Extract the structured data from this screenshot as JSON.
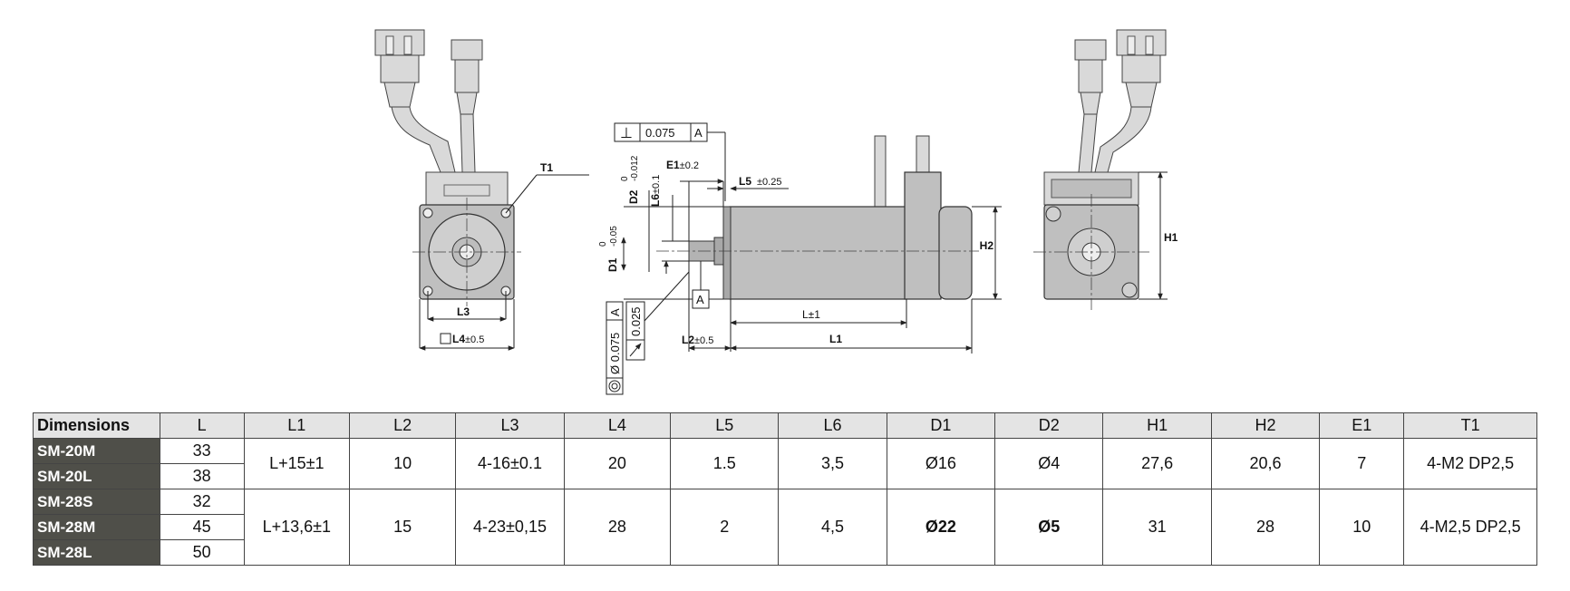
{
  "drawing": {
    "front": {
      "t1": "T1",
      "l3": "L3",
      "l4": "L4",
      "l4_tol": "±0.5"
    },
    "side": {
      "perp_sym": "⊥",
      "perp_value": "0.075",
      "perp_datum": "A",
      "e1": "E1",
      "e1_tol": "±0.2",
      "l5": "L5",
      "l5_tol": "±0.25",
      "l6": "L6",
      "l6_tol": "±0.1",
      "d2": "D2",
      "d2_upper": "0",
      "d2_lower": "-0.012",
      "d1": "D1",
      "d1_upper": "0",
      "d1_lower": "-0.05",
      "datum_a": "A",
      "conc_value": "Ø 0.075",
      "conc_datum": "A",
      "runout_value": "0.025",
      "l_pm": "L±1",
      "l2": "L2",
      "l2_tol": "±0.5",
      "l1": "L1",
      "h2": "H2"
    },
    "rear": {
      "h1": "H1"
    }
  },
  "table": {
    "headers": [
      "Dimensions",
      "L",
      "L1",
      "L2",
      "L3",
      "L4",
      "L5",
      "L6",
      "D1",
      "D2",
      "H1",
      "H2",
      "E1",
      "T1"
    ],
    "groups": [
      {
        "models": [
          {
            "name": "SM-20M",
            "L": "33"
          },
          {
            "name": "SM-20L",
            "L": "38"
          }
        ],
        "L1": "L+15±1",
        "L2": "10",
        "L3": "4-16±0.1",
        "L4": "20",
        "L5": "1.5",
        "L6": "3,5",
        "D1": "Ø16",
        "D2": "Ø4",
        "H1": "27,6",
        "H2": "20,6",
        "E1": "7",
        "T1": "4-M2 DP2,5"
      },
      {
        "models": [
          {
            "name": "SM-28S",
            "L": "32"
          },
          {
            "name": "SM-28M",
            "L": "45"
          },
          {
            "name": "SM-28L",
            "L": "50"
          }
        ],
        "L1": "L+13,6±1",
        "L2": "15",
        "L3": "4-23±0,15",
        "L4": "28",
        "L5": "2",
        "L6": "4,5",
        "D1": "Ø22",
        "D2": "Ø5",
        "H1": "31",
        "H2": "28",
        "E1": "10",
        "T1": "4-M2,5 DP2,5"
      }
    ]
  }
}
